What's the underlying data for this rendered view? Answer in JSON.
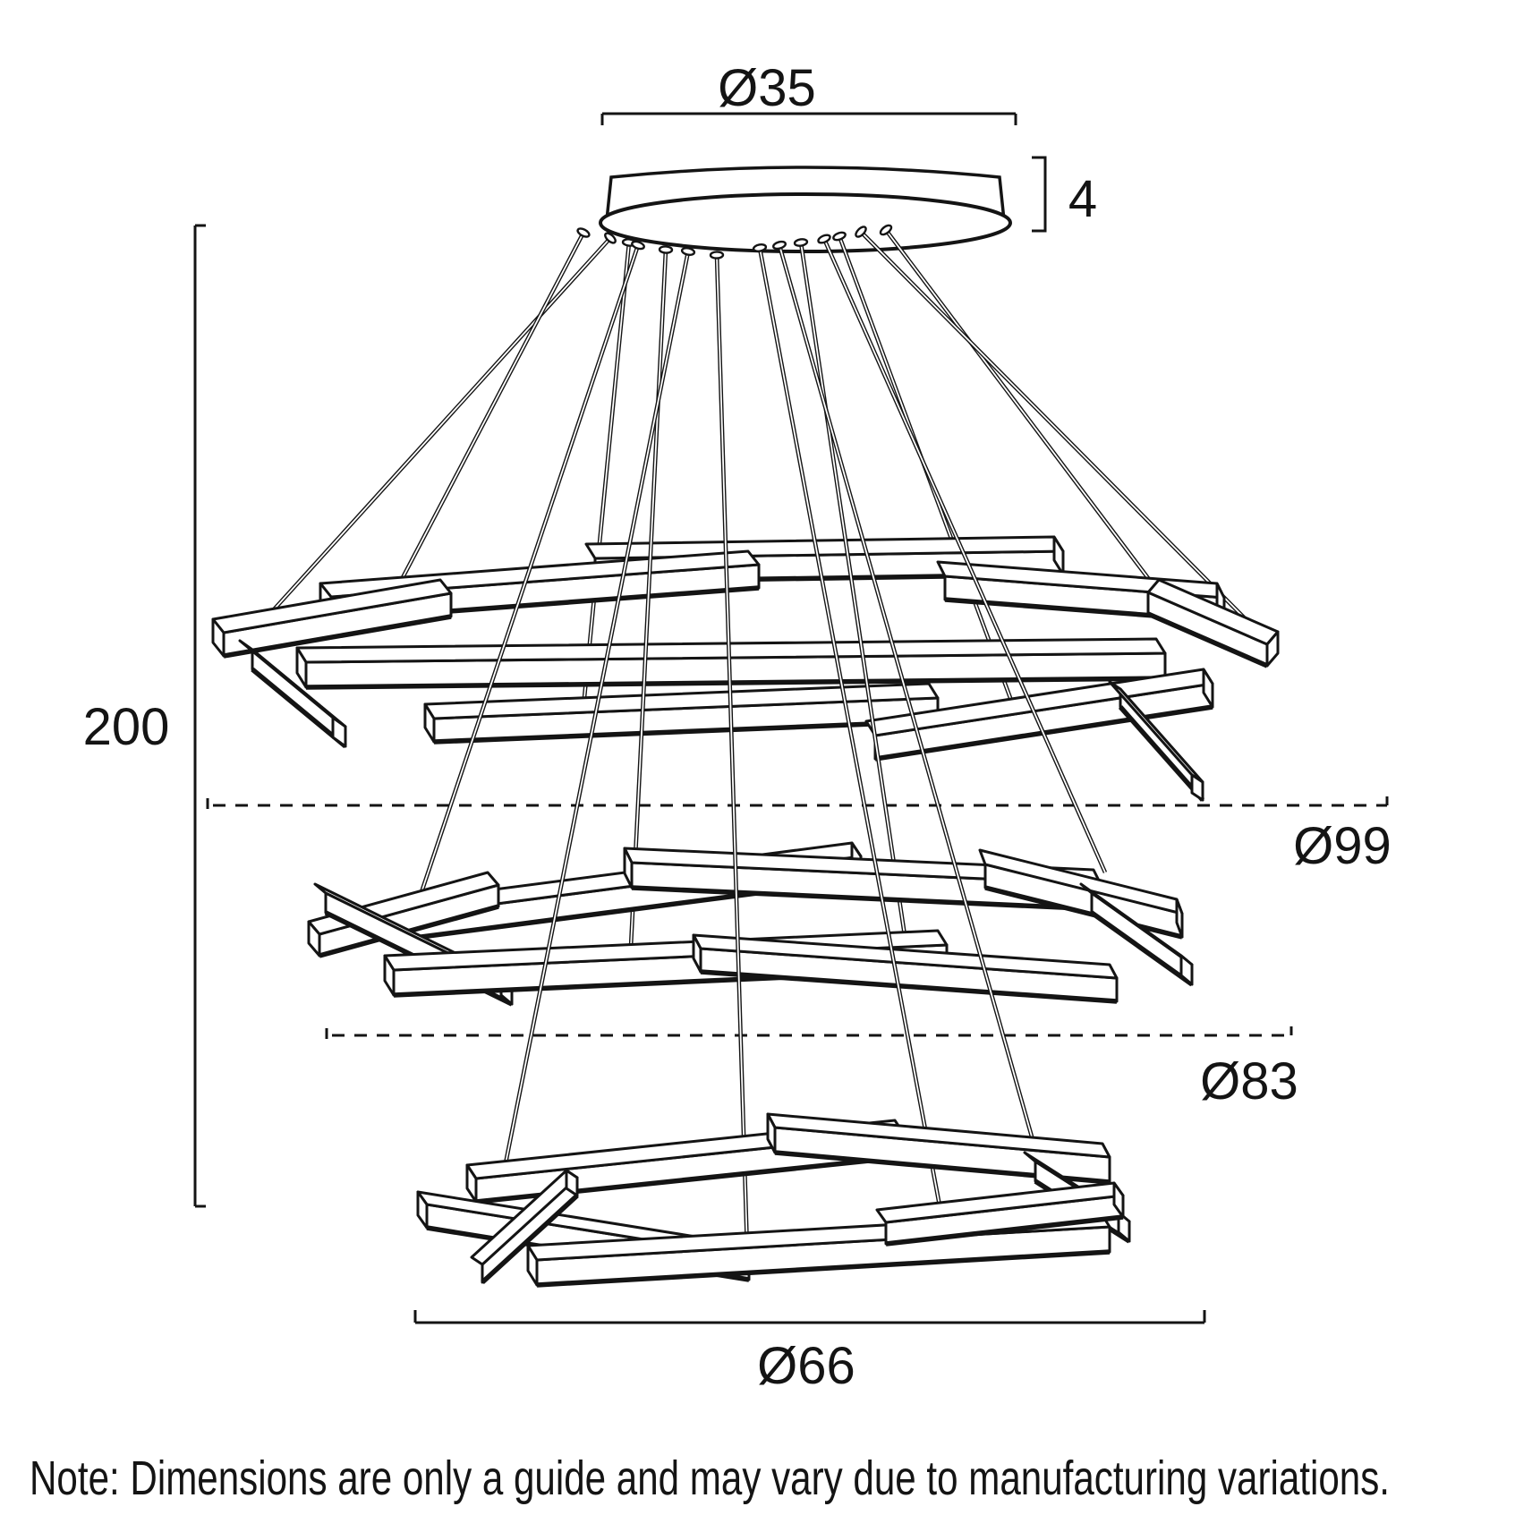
{
  "diagram": {
    "title": "pendant-light-dimension-drawing",
    "dimensions": {
      "canopy_diameter": "Ø35",
      "canopy_height": "4",
      "overall_height": "200",
      "tier1_diameter": "Ø99",
      "tier2_diameter": "Ø83",
      "tier3_diameter": "Ø66"
    },
    "note": "Note: Dimensions are only a guide and may vary due to manufacturing variations."
  }
}
